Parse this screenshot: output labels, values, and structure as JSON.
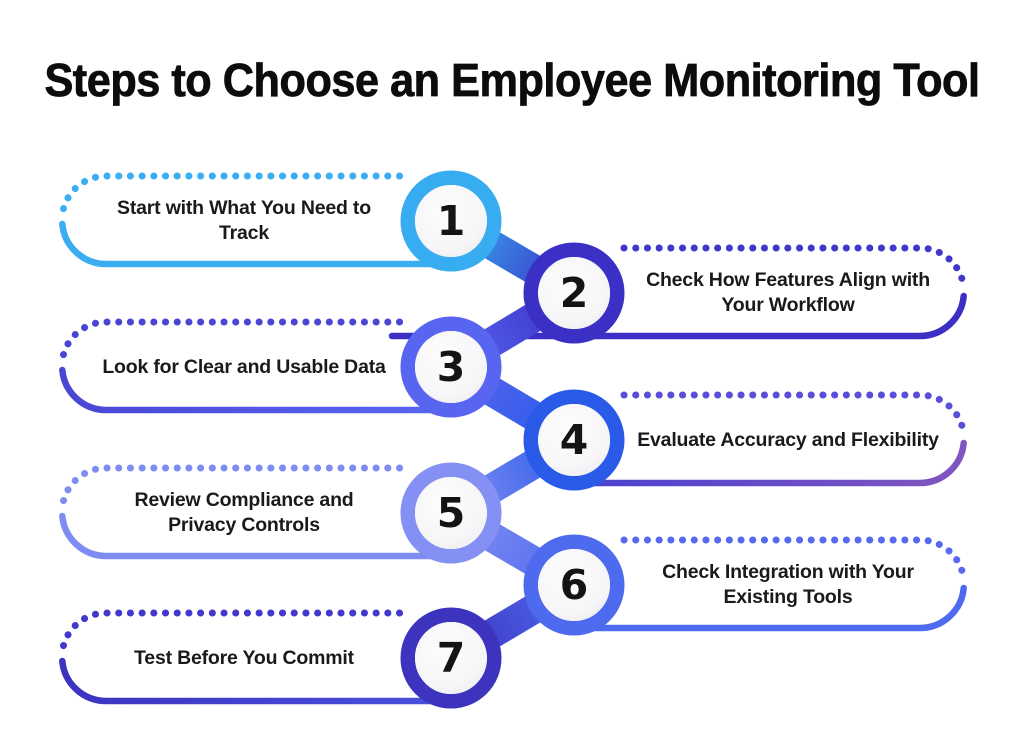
{
  "title": "Steps to Choose an Employee Monitoring Tool",
  "steps": [
    {
      "number": "1",
      "side": "left",
      "label": "Start with What You Need to Track",
      "lines": [
        "Start with What You Need to",
        "Track"
      ],
      "colors": {
        "ring": "#38ACF0",
        "dots": "#3BADF2",
        "line": "#3BADF2",
        "line_end": "#3BADF2"
      }
    },
    {
      "number": "2",
      "side": "right",
      "label": "Check How Features Align with Your Workflow",
      "lines": [
        "Check How Features Align with",
        "Your Workflow"
      ],
      "colors": {
        "ring": "#3A30C6",
        "dots": "#4038CC",
        "line": "#3B2FC4",
        "line_end": "#3B2FC4"
      }
    },
    {
      "number": "3",
      "side": "left",
      "label": "Look for Clear and Usable Data",
      "lines": [
        "Look for Clear and Usable Data"
      ],
      "colors": {
        "ring": "#5765F0",
        "dots": "#4A46D4",
        "line": "#4A46D4",
        "line_end": "#5866F2"
      }
    },
    {
      "number": "4",
      "side": "right",
      "label": "Evaluate Accuracy and Flexibility",
      "lines": [
        "Evaluate Accuracy and Flexibility"
      ],
      "colors": {
        "ring": "#2A5BE8",
        "dots": "#584ED8",
        "line": "#4C42D0",
        "line_end": "#8156BE"
      }
    },
    {
      "number": "5",
      "side": "left",
      "label": "Review Compliance and Privacy Controls",
      "lines": [
        "Review Compliance and",
        "Privacy Controls"
      ],
      "colors": {
        "ring": "#8490F3",
        "dots": "#7F8DF3",
        "line": "#7F8DF3",
        "line_end": "#7F8DF3"
      }
    },
    {
      "number": "6",
      "side": "right",
      "label": "Check Integration with Your Existing Tools",
      "lines": [
        "Check Integration with Your",
        "Existing Tools"
      ],
      "colors": {
        "ring": "#4E6AEE",
        "dots": "#5669EF",
        "line": "#4E6AEE",
        "line_end": "#4E6AEE"
      }
    },
    {
      "number": "7",
      "side": "left",
      "label": "Test Before You Commit",
      "lines": [
        "Test Before You Commit"
      ],
      "colors": {
        "ring": "#3C33BF",
        "dots": "#4238CB",
        "line": "#3C33BF",
        "line_end": "#4A50DC"
      }
    }
  ]
}
